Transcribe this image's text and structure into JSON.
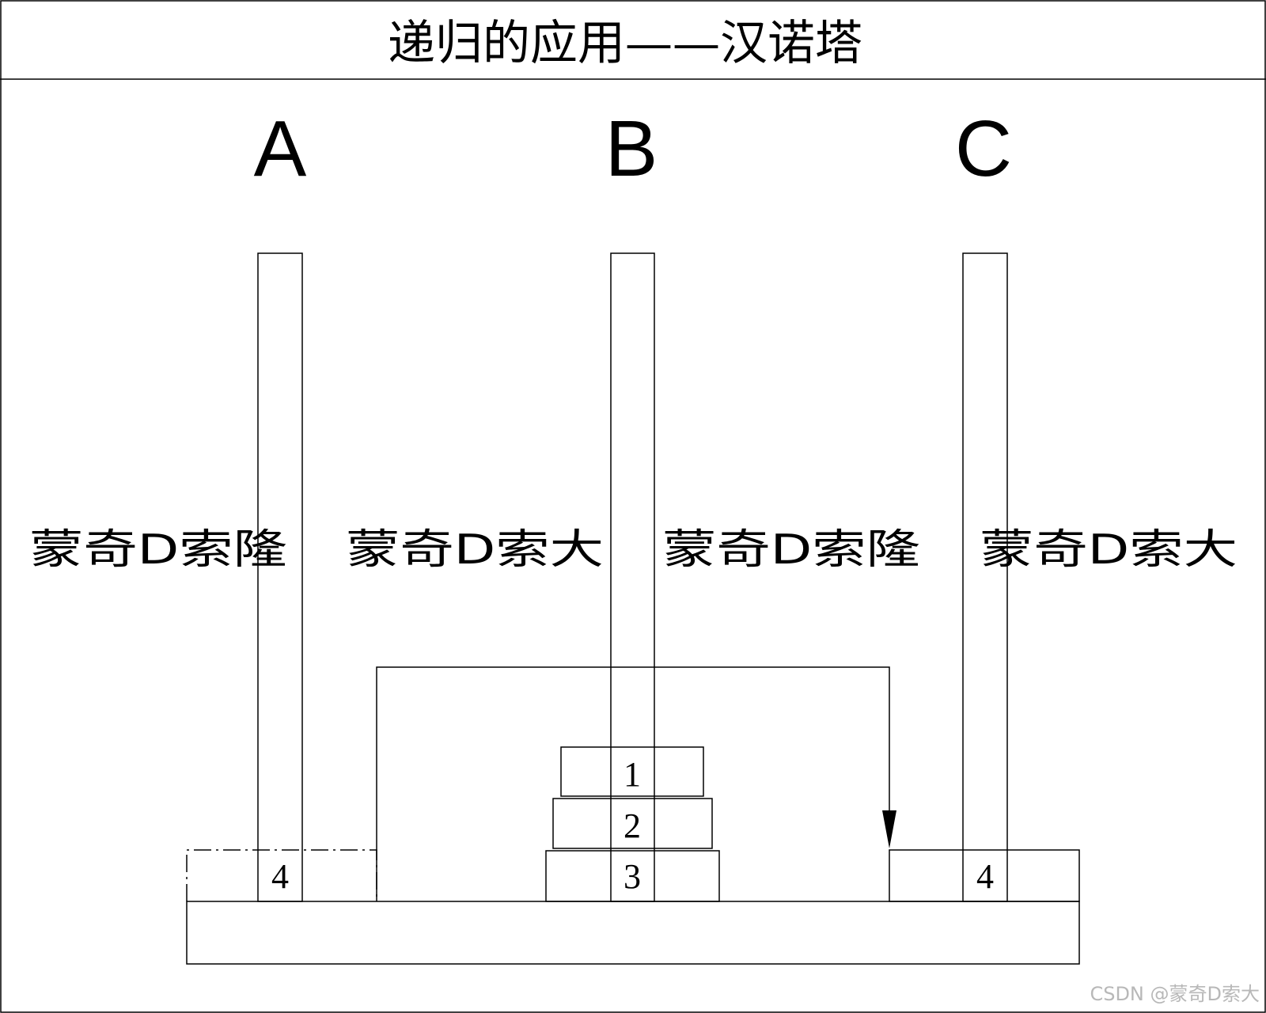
{
  "title": "递归的应用——汉诺塔",
  "pegs": [
    {
      "label": "A"
    },
    {
      "label": "B"
    },
    {
      "label": "C"
    }
  ],
  "watermarks": [
    "蒙奇D索隆",
    "蒙奇D索大",
    "蒙奇D索隆",
    "蒙奇D索大"
  ],
  "disks_on_b": [
    "1",
    "2",
    "3"
  ],
  "disk_4_original": "4",
  "disk_4_moved": "4",
  "credit": "CSDN @蒙奇D索大"
}
